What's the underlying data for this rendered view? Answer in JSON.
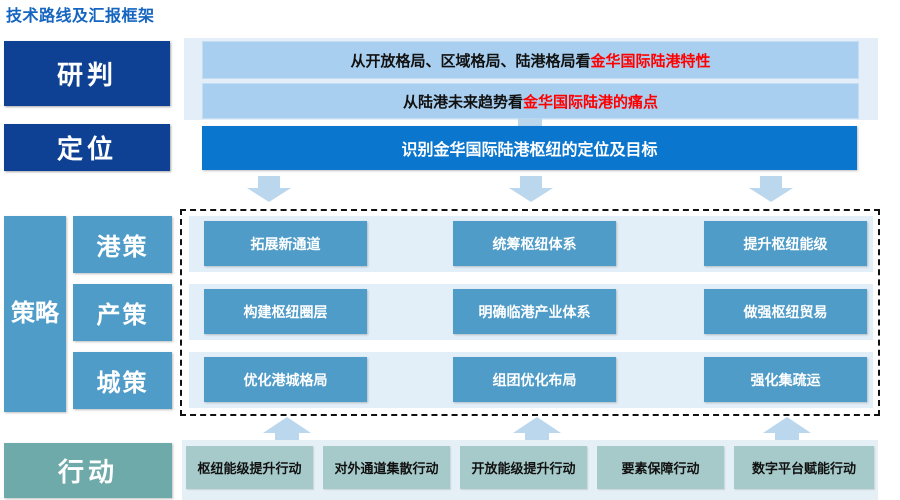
{
  "title": "技术路线及汇报框架",
  "colors": {
    "title": "#1565C0",
    "stage_dark_blue": "#0E4194",
    "stage_teal": "#6FAAAA",
    "judge_bar": "#A8CFF0",
    "judge_panel": "#E4EEF8",
    "locate_bar": "#0A76CE",
    "strategy_blue": "#4F9CC8",
    "strategy_row": "#E2EFF9",
    "action_card": "#A6C9C9",
    "action_strip": "#E4EFF6",
    "highlight_red": "#FF0000",
    "arrow_fill": "#BBD7EE",
    "dashed_border": "#111111"
  },
  "stages": {
    "judge": "研判",
    "locate": "定位",
    "strategy": "策略",
    "action": "行动"
  },
  "judge": {
    "rows": [
      {
        "lead": "从开放格局、区域格局、陆港格局看",
        "highlight": "金华国际陆港特性"
      },
      {
        "lead": "从陆港未来趋势看",
        "highlight": "金华国际陆港的痛点"
      }
    ]
  },
  "locate": {
    "text": "识别金华国际陆港枢纽的定位及目标"
  },
  "strategy": {
    "sub_labels": [
      "港策",
      "产策",
      "城策"
    ],
    "rows": [
      {
        "label": "港策",
        "cards": [
          "拓展新通道",
          "统筹枢纽体系",
          "提升枢纽能级"
        ]
      },
      {
        "label": "产策",
        "cards": [
          "构建枢纽圈层",
          "明确临港产业体系",
          "做强枢纽贸易"
        ]
      },
      {
        "label": "城策",
        "cards": [
          "优化港城格局",
          "组团优化布局",
          "强化集疏运"
        ]
      }
    ]
  },
  "action": {
    "cards": [
      "枢纽能级提升行动",
      "对外通道集散行动",
      "开放能级提升行动",
      "要素保障行动",
      "数字平台赋能行动"
    ]
  },
  "arrows": {
    "down_main": "arrow-down-icon",
    "down_to_strategy": [
      "arrow-down-icon",
      "arrow-down-icon",
      "arrow-down-icon"
    ],
    "up_from_action": [
      "arrow-up-icon",
      "arrow-up-icon",
      "arrow-up-icon"
    ]
  }
}
